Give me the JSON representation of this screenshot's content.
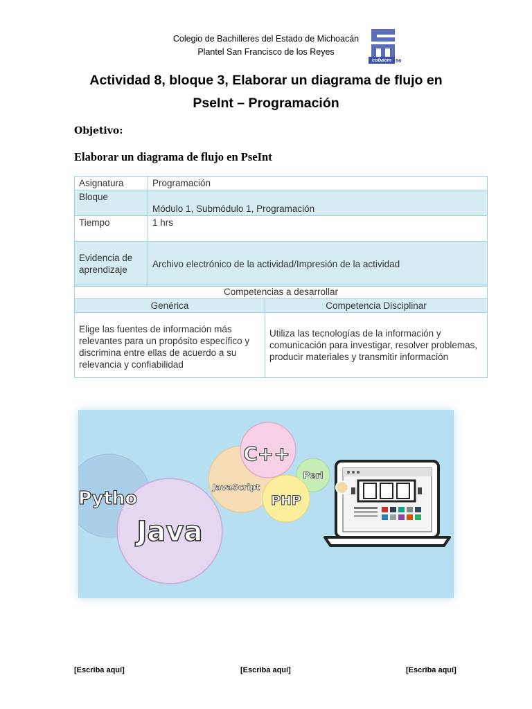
{
  "header": {
    "line1": "Colegio de Bachilleres del Estado de Michoacán",
    "line2": "Plantel San Francisco de los Reyes",
    "logo_text": "cobaem",
    "logo_number": "56"
  },
  "title": {
    "line1": "Actividad 8, bloque 3, Elaborar un diagrama de flujo en",
    "line2": "PseInt  – Programación"
  },
  "objective_label": "Objetivo:",
  "subtitle": "Elaborar un diagrama de flujo en PseInt",
  "table": {
    "asignatura_label": "Asignatura",
    "asignatura_value": "Programación",
    "bloque_label": "Bloque",
    "bloque_value": "Módulo 1, Submódulo 1, Programación",
    "tiempo_label": "Tiempo",
    "tiempo_value": "1 hrs",
    "evidencia_label_1": "Evidencia de",
    "evidencia_label_2": "aprendizaje",
    "evidencia_value": "Archivo electrónico de la actividad/Impresión de la actividad",
    "competencias_header": "Competencias a desarrollar",
    "generica_header": "Genérica",
    "disciplinar_header": "Competencia Disciplinar",
    "generica_text": "Elige las fuentes de información más relevantes para un propósito específico y discrimina entre ellas de acuerdo a su relevancia y confiabilidad",
    "disciplinar_text": "Utiliza las tecnologías de la información y comunicación para investigar, resolver problemas, producir materiales y transmitir información"
  },
  "illustration": {
    "bubbles": [
      "Pytho",
      "Java",
      "JavaScript",
      "C++",
      "PHP",
      "Perl"
    ]
  },
  "footer": {
    "left": "[Escriba aquí]",
    "center": "[Escriba aquí]",
    "right": "[Escriba aquí]"
  },
  "colors": {
    "table_border": "#9fd0de",
    "table_shade": "#d6ecf3",
    "illustration_bg": "#b6e0f2",
    "logo_blue": "#3a4fa8"
  }
}
